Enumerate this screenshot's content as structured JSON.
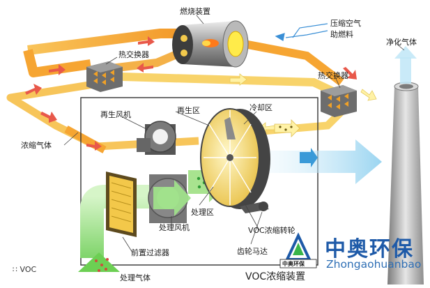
{
  "diagram": {
    "title": "VOC浓缩装置",
    "labels": {
      "combustion_device": "燃烧装置",
      "compressed_air": "压缩空气",
      "auxiliary_fuel": "助燃料",
      "heat_exchanger_left": "热交换器",
      "heat_exchanger_right": "热交换器",
      "clean_gas": "净化气体",
      "regen_fan": "再生风机",
      "regen_zone": "再生区",
      "cooling_zone": "冷却区",
      "concentrated_gas": "浓缩气体",
      "process_zone": "处理区",
      "process_fan": "处理风机",
      "voc_wheel": "VOC浓缩转轮",
      "pre_filter": "前置过滤器",
      "gear_motor": "齿轮马达",
      "input_gas": "处理气体"
    },
    "legend": {
      "symbol": "∷",
      "label": "VOC"
    }
  },
  "brand": {
    "name_cn": "中奥环保",
    "name_en": "Zhongaohuanbao",
    "logo_text": "中奥环保"
  },
  "colors": {
    "pipe_orange": "#f6a532",
    "pipe_yellow": "#f7e27a",
    "arrow_red": "#e8584a",
    "flow_green": "#a8e38f",
    "flow_blue": "#bfe6f7",
    "brand_blue": "#1e5aa8"
  }
}
